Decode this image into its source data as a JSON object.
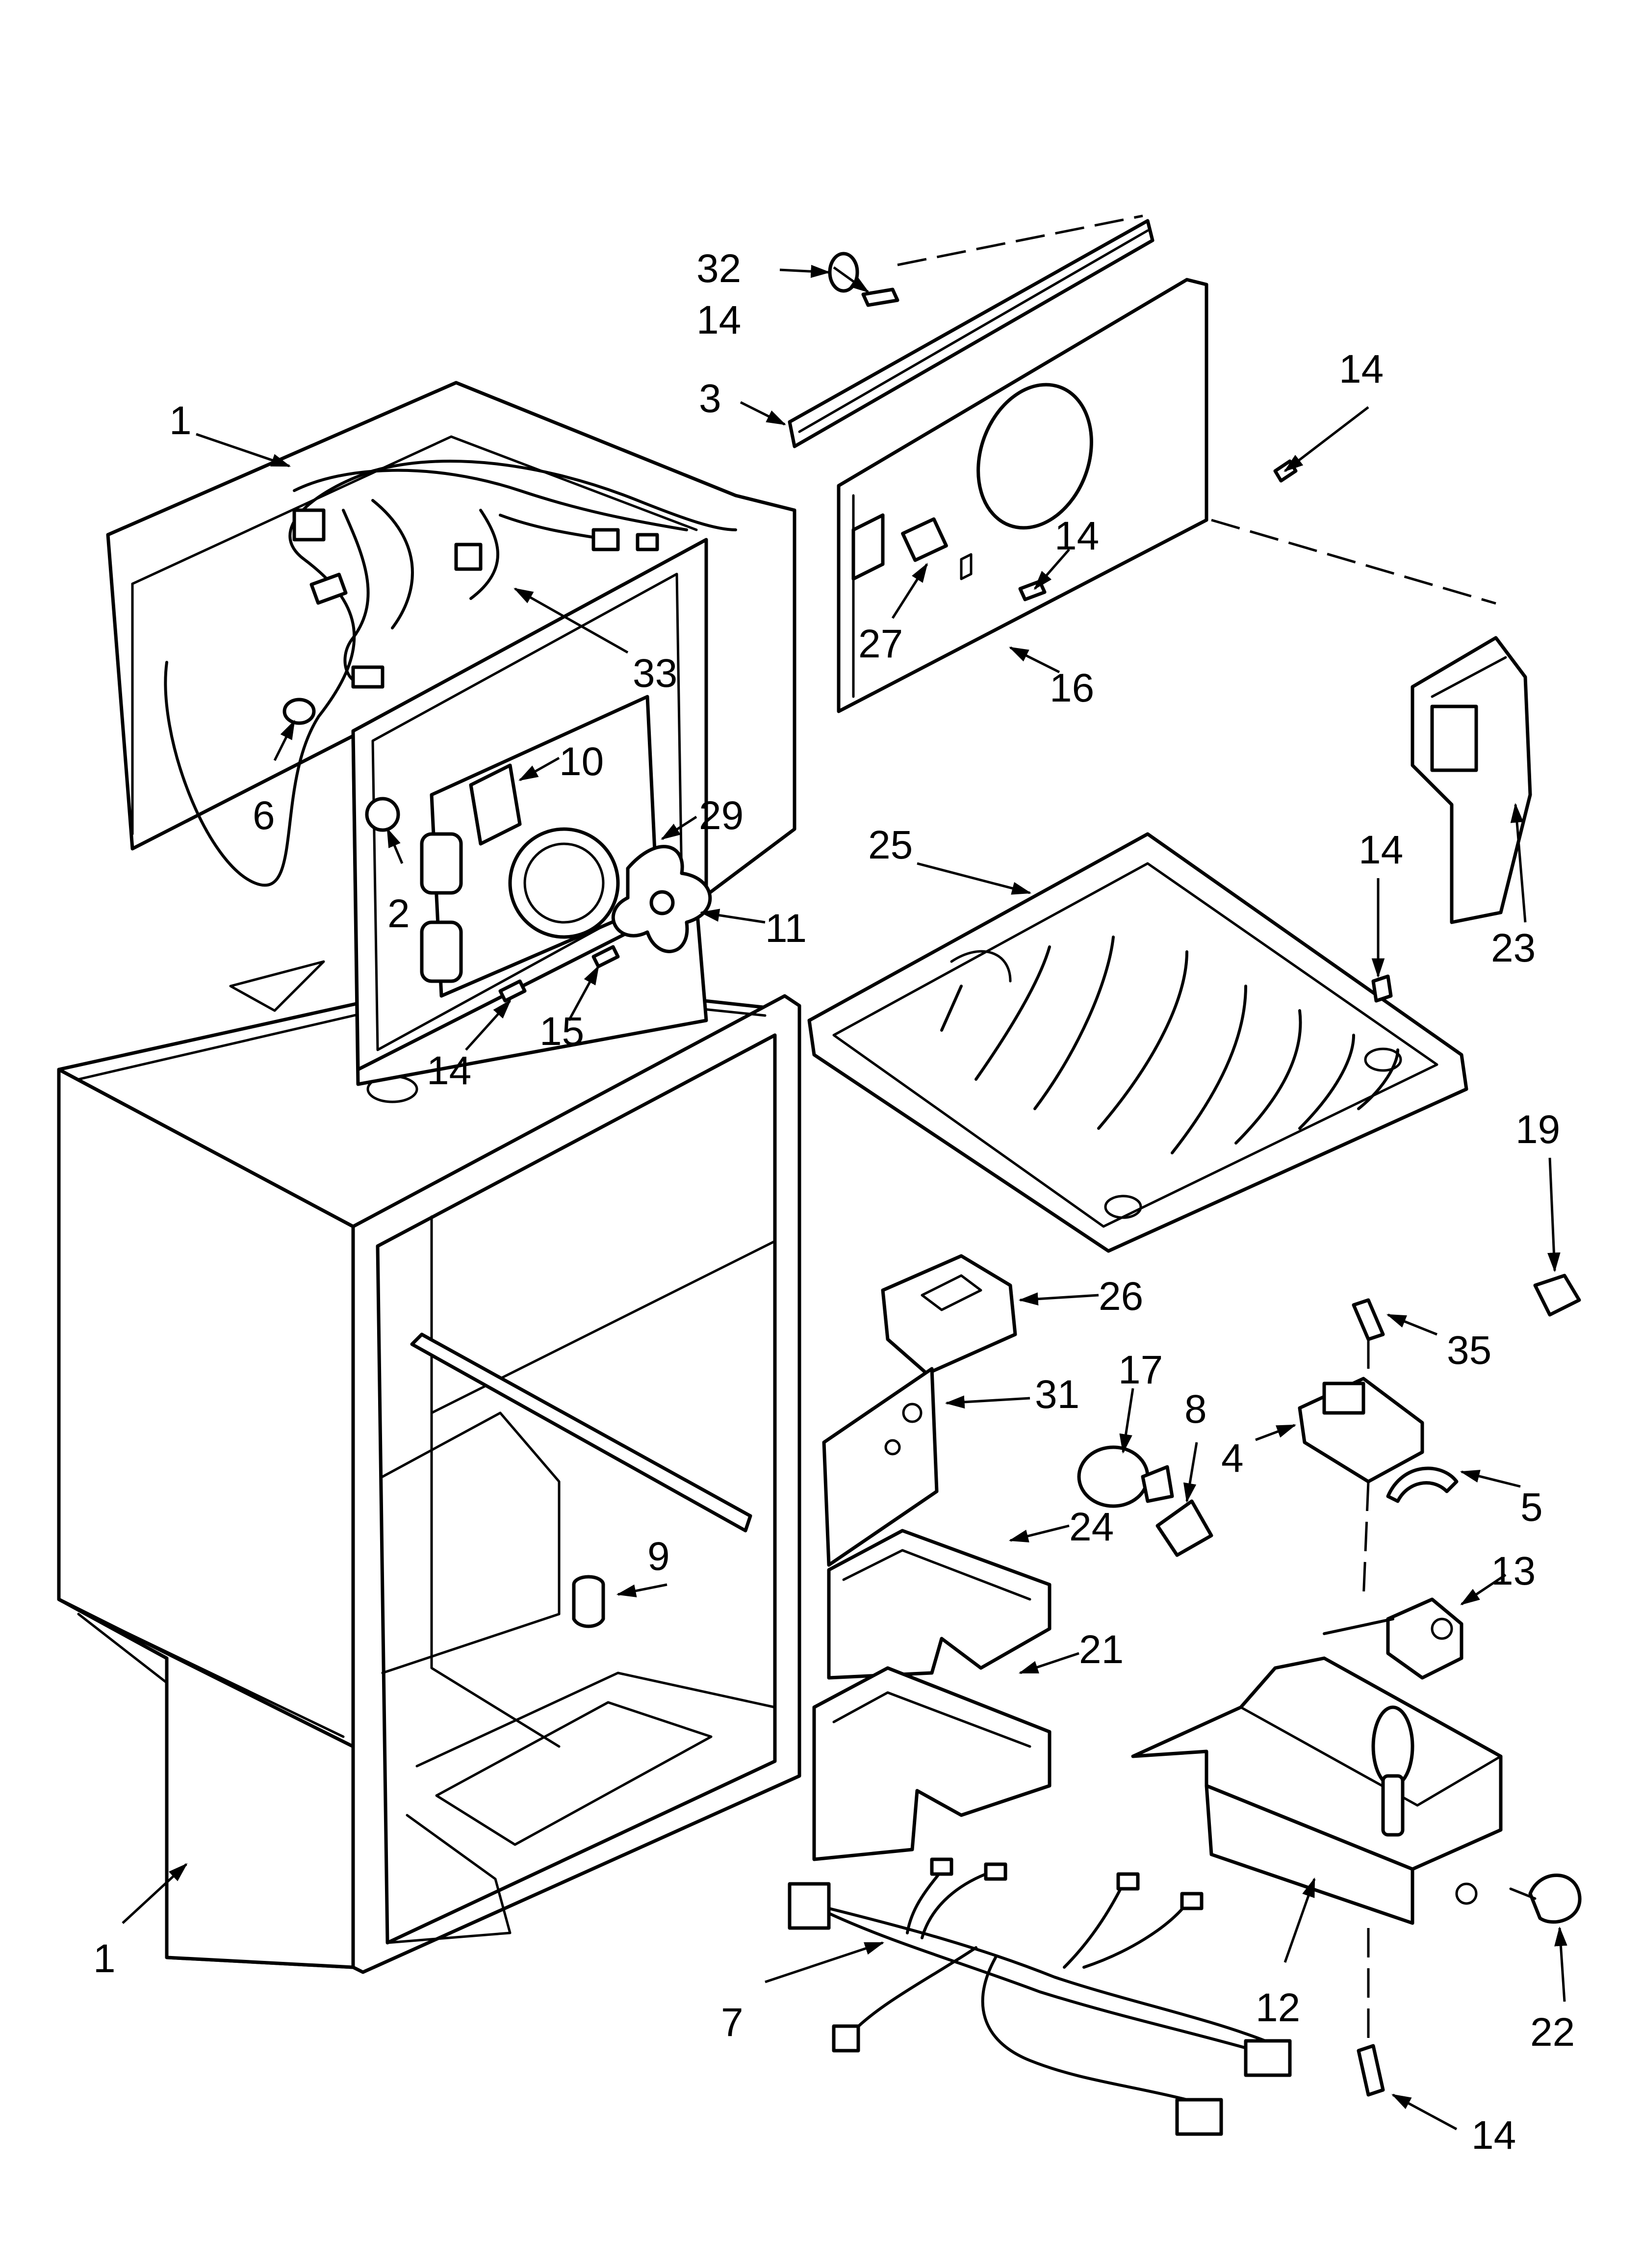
{
  "diagram": {
    "callouts": [
      {
        "id": "c1a",
        "text": "1"
      },
      {
        "id": "c1b",
        "text": "1"
      },
      {
        "id": "c2",
        "text": "2"
      },
      {
        "id": "c3",
        "text": "3"
      },
      {
        "id": "c4",
        "text": "4"
      },
      {
        "id": "c5",
        "text": "5"
      },
      {
        "id": "c6",
        "text": "6"
      },
      {
        "id": "c7",
        "text": "7"
      },
      {
        "id": "c8",
        "text": "8"
      },
      {
        "id": "c9",
        "text": "9"
      },
      {
        "id": "c10",
        "text": "10"
      },
      {
        "id": "c11",
        "text": "11"
      },
      {
        "id": "c12",
        "text": "12"
      },
      {
        "id": "c13",
        "text": "13"
      },
      {
        "id": "c14a",
        "text": "14"
      },
      {
        "id": "c14b",
        "text": "14"
      },
      {
        "id": "c14c",
        "text": "14"
      },
      {
        "id": "c14d",
        "text": "14"
      },
      {
        "id": "c14e",
        "text": "14"
      },
      {
        "id": "c14f",
        "text": "14"
      },
      {
        "id": "c15",
        "text": "15"
      },
      {
        "id": "c16",
        "text": "16"
      },
      {
        "id": "c17",
        "text": "17"
      },
      {
        "id": "c19",
        "text": "19"
      },
      {
        "id": "c21",
        "text": "21"
      },
      {
        "id": "c22",
        "text": "22"
      },
      {
        "id": "c23",
        "text": "23"
      },
      {
        "id": "c24",
        "text": "24"
      },
      {
        "id": "c25",
        "text": "25"
      },
      {
        "id": "c26",
        "text": "26"
      },
      {
        "id": "c27",
        "text": "27"
      },
      {
        "id": "c29",
        "text": "29"
      },
      {
        "id": "c31",
        "text": "31"
      },
      {
        "id": "c32",
        "text": "32"
      },
      {
        "id": "c33",
        "text": "33"
      },
      {
        "id": "c35",
        "text": "35"
      }
    ]
  }
}
